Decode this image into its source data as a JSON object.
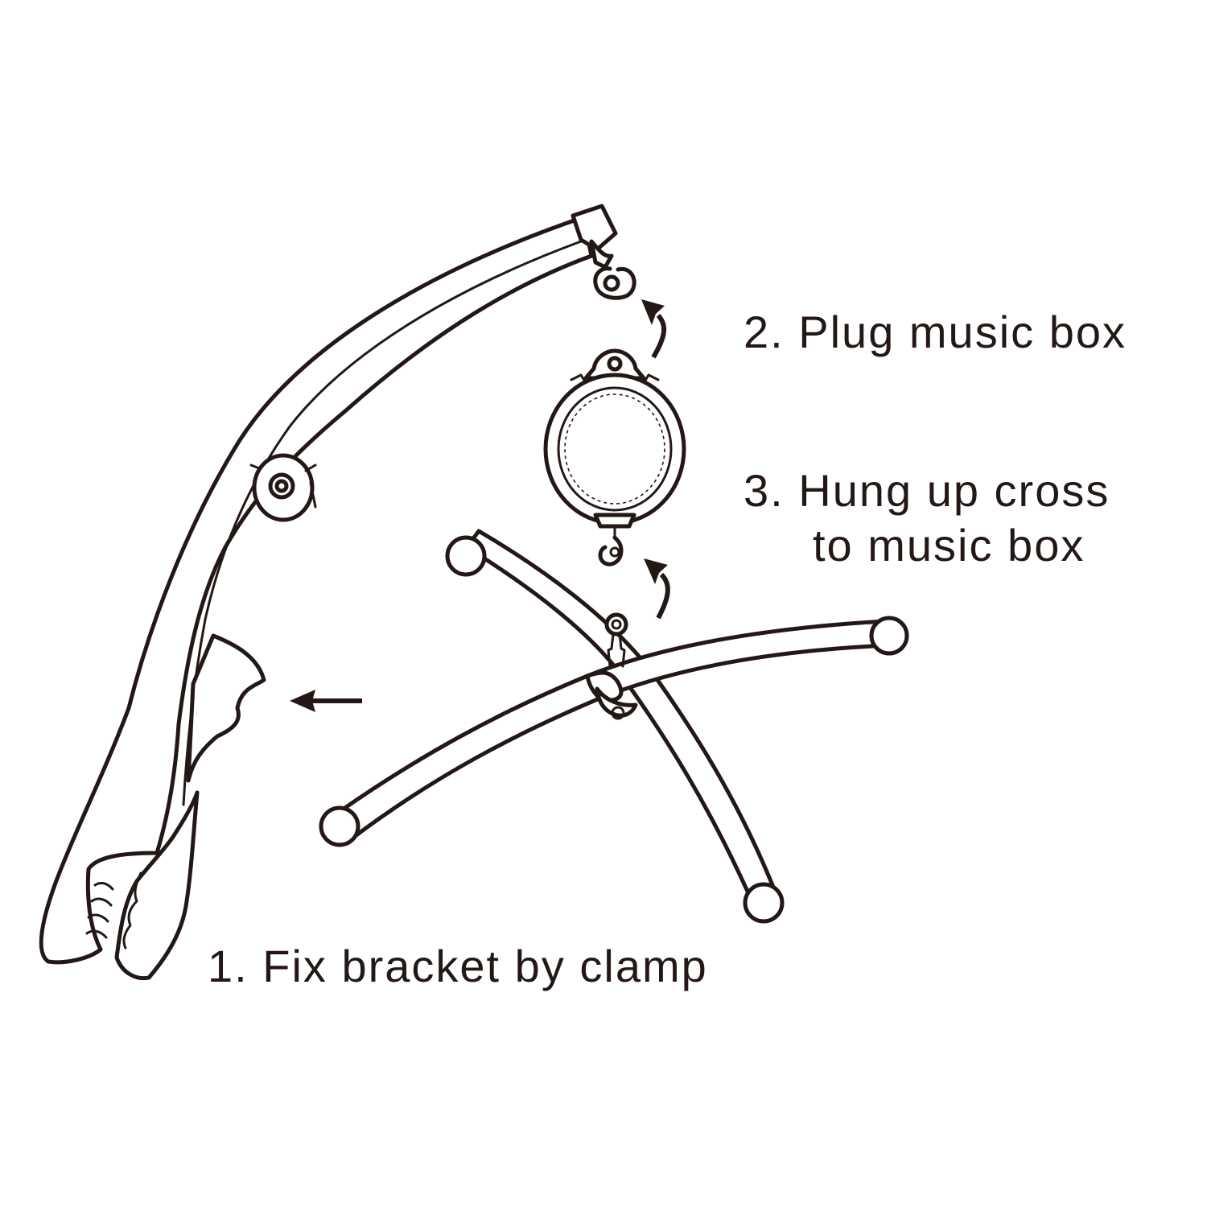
{
  "steps": {
    "step1": "1. Fix bracket by clamp",
    "step2": "2. Plug music box",
    "step3_line1": "3. Hung up cross",
    "step3_line2": "to music box"
  },
  "colors": {
    "ink": "#231815",
    "background": "#ffffff"
  },
  "icons": {
    "bracket": "crib-mobile-bracket-icon",
    "clamp": "clamp-icon",
    "music_box": "music-box-icon",
    "cross": "cross-arms-icon",
    "arrows": "arrow-icon"
  }
}
